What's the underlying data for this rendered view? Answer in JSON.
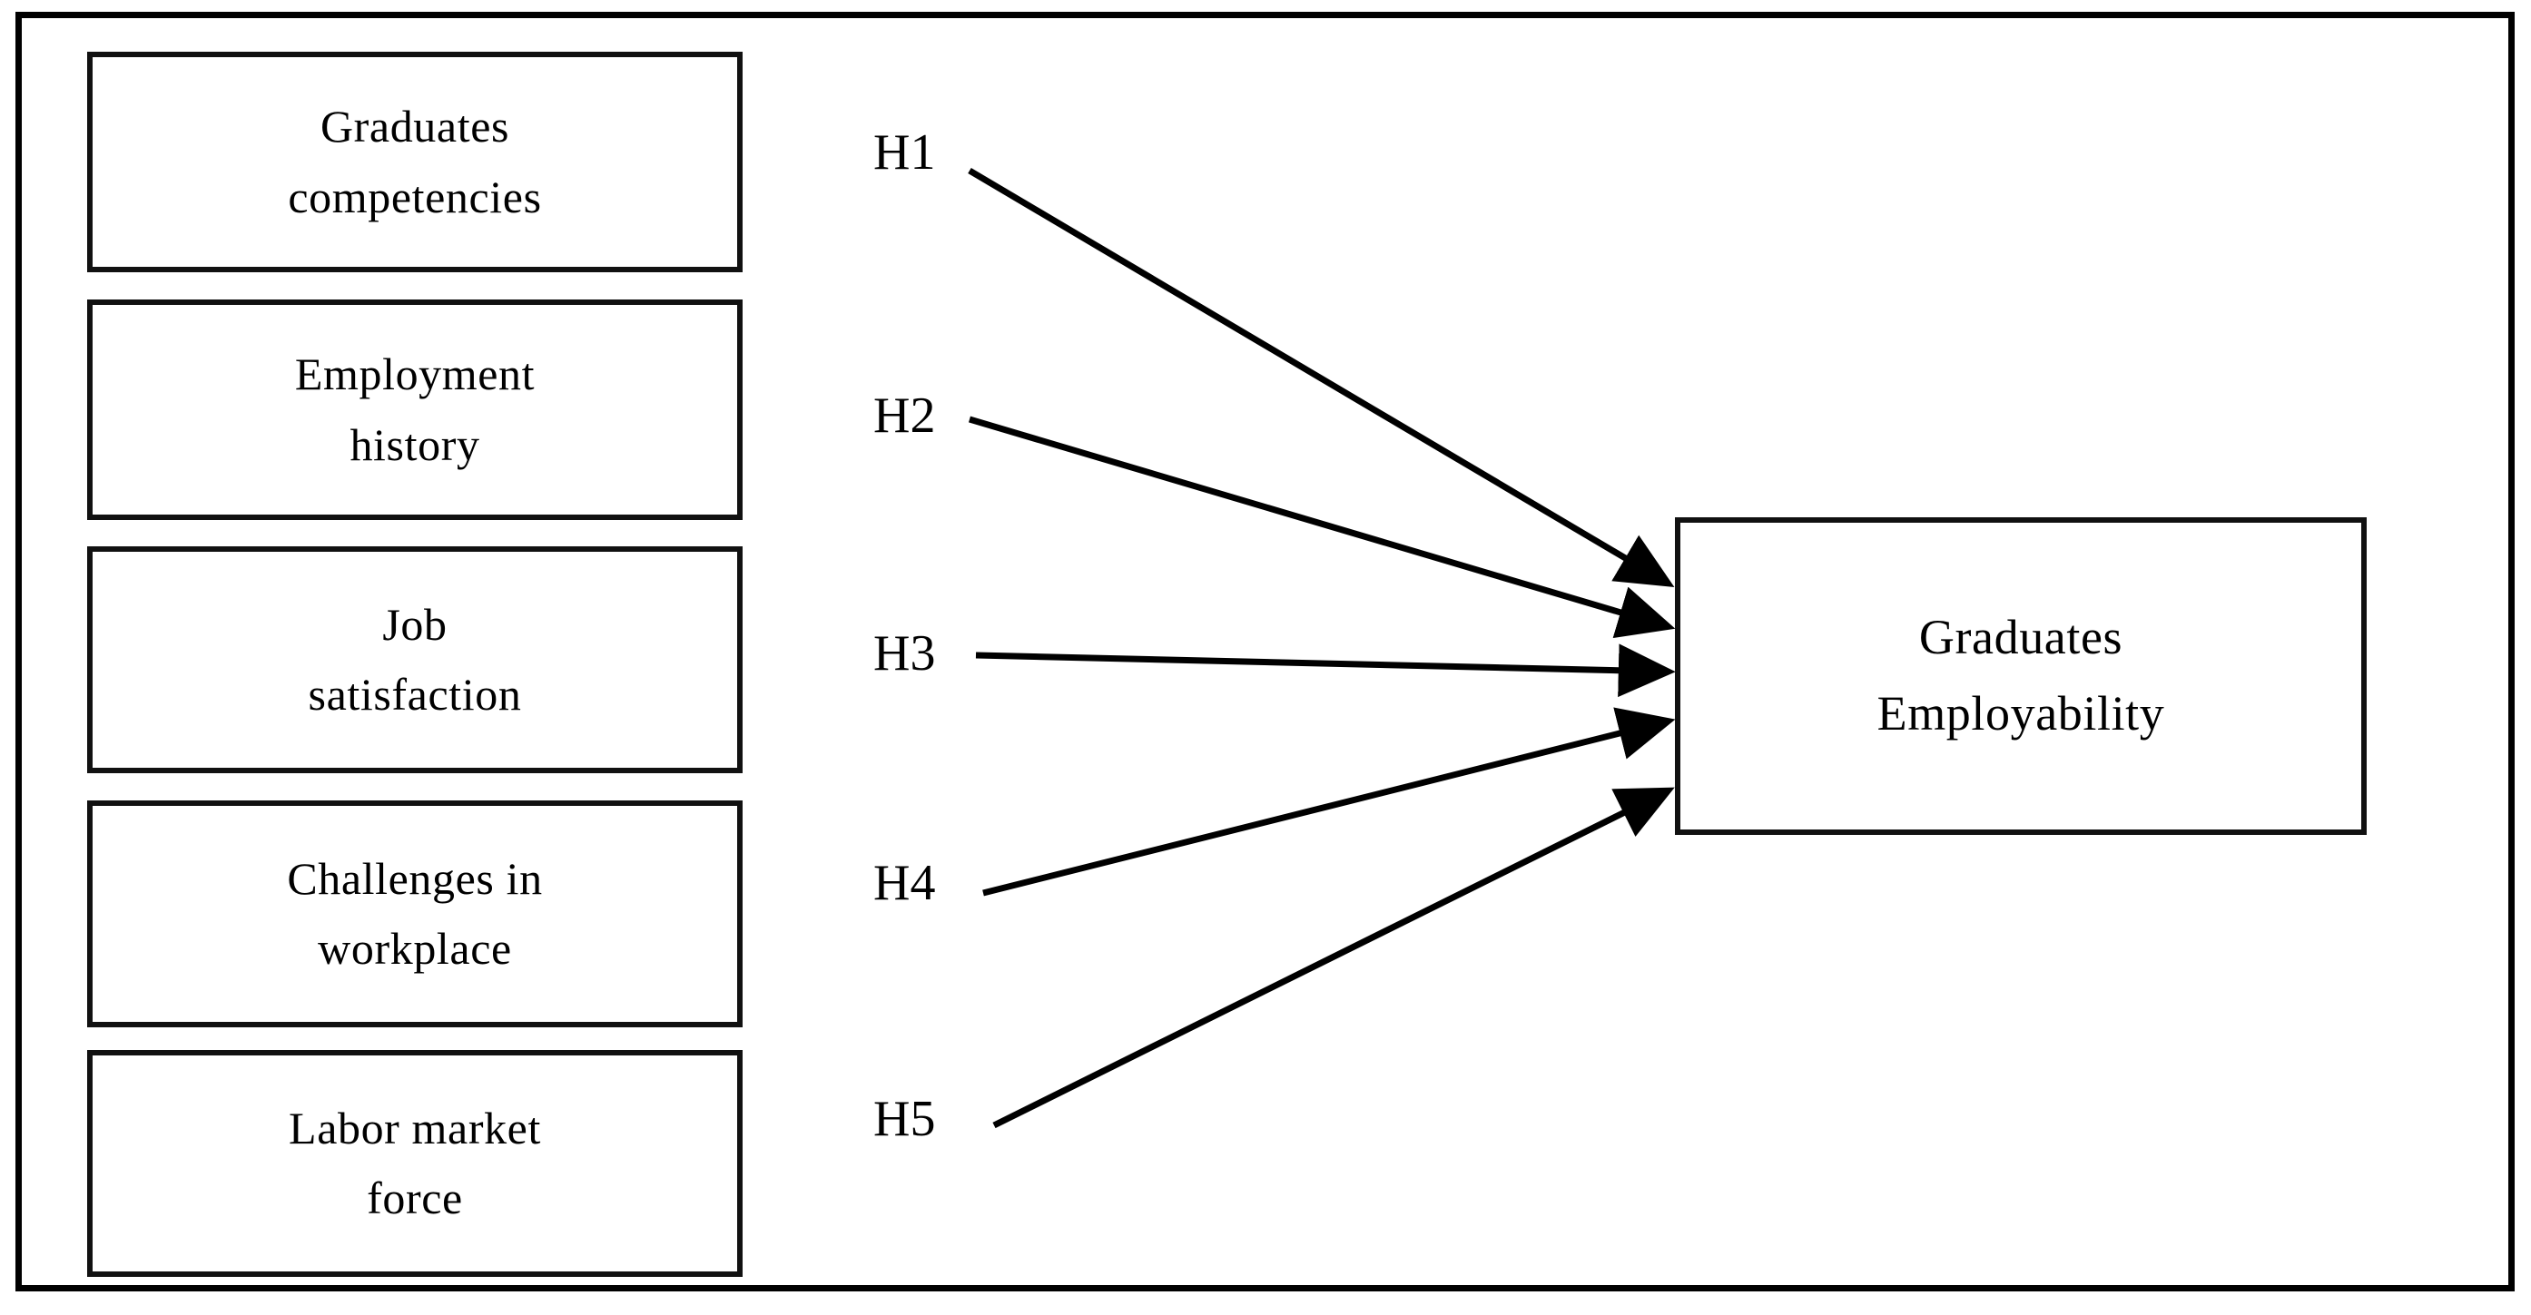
{
  "figure": {
    "type": "conceptual-research-model",
    "border_color": "#000000",
    "background_color": "#ffffff"
  },
  "independent_variables": [
    {
      "id": "graduates-competencies",
      "line1": "Graduates",
      "line2": "competencies"
    },
    {
      "id": "employment-history",
      "line1": "Employment",
      "line2": "history"
    },
    {
      "id": "job-satisfaction",
      "line1": "Job",
      "line2": "satisfaction"
    },
    {
      "id": "challenges-workplace",
      "line1": "Challenges in",
      "line2": "workplace"
    },
    {
      "id": "labor-market-force",
      "line1": "Labor market",
      "line2": "force"
    }
  ],
  "dependent_variable": {
    "id": "graduates-employability",
    "line1": "Graduates",
    "line2": "Employability"
  },
  "hypotheses": [
    {
      "id": "h1",
      "label": "H1",
      "from": "graduates-competencies",
      "to": "graduates-employability"
    },
    {
      "id": "h2",
      "label": "H2",
      "from": "employment-history",
      "to": "graduates-employability"
    },
    {
      "id": "h3",
      "label": "H3",
      "from": "job-satisfaction",
      "to": "graduates-employability"
    },
    {
      "id": "h4",
      "label": "H4",
      "from": "challenges-workplace",
      "to": "graduates-employability"
    },
    {
      "id": "h5",
      "label": "H5",
      "from": "labor-market-force",
      "to": "graduates-employability"
    }
  ]
}
